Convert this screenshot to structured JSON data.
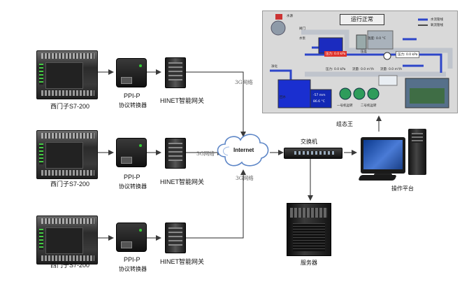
{
  "diagram": {
    "plc_label": "西门子S7-200",
    "converter_label_line1": "PPI-P",
    "converter_label_line2": "协议转换器",
    "gateway_label": "HINET智能网关",
    "link_3g_label": "3G网络",
    "cloud_label": "Internet",
    "switch_label": "交换机",
    "workstation_label": "操作平台",
    "server_label": "服务器",
    "scada_caption": "组态王"
  },
  "scada": {
    "title": "运行正常",
    "legend": [
      "水流管线",
      "氧流管线"
    ],
    "tags": {
      "water_source": "水源",
      "valve": "阀门",
      "pump": "水泵",
      "tank_temp": "温度: 0.0 °C",
      "pressure1": "压力: 0.0 kPa",
      "pressure_red": "压力: 0.0 kPa",
      "gauge_label": "压差",
      "pressure2": "压力: 0.0 kPa",
      "flow1": "流量: 0.0 m³/h",
      "flow2": "流量: 0.0 m³/h",
      "tank_low": "-57 mm",
      "tank_high": "86.6 °C",
      "valve_small": "回水",
      "running1": "一号机运转",
      "running2": "二号机运转",
      "station_left": "净化"
    }
  },
  "colors": {
    "link_line": "#2a2a2a",
    "arrow": "#3a3a3a",
    "pipe_blue": "#2d45c9",
    "pipe_grey": "#bfc4cc",
    "alarm_red": "#e0342c",
    "pump_green": "#2e9c5b"
  },
  "icons": [
    "plc-device-icon",
    "protocol-converter-icon",
    "gateway-device-icon",
    "internet-cloud-icon",
    "network-switch-icon",
    "desktop-computer-icon",
    "tower-server-icon"
  ]
}
